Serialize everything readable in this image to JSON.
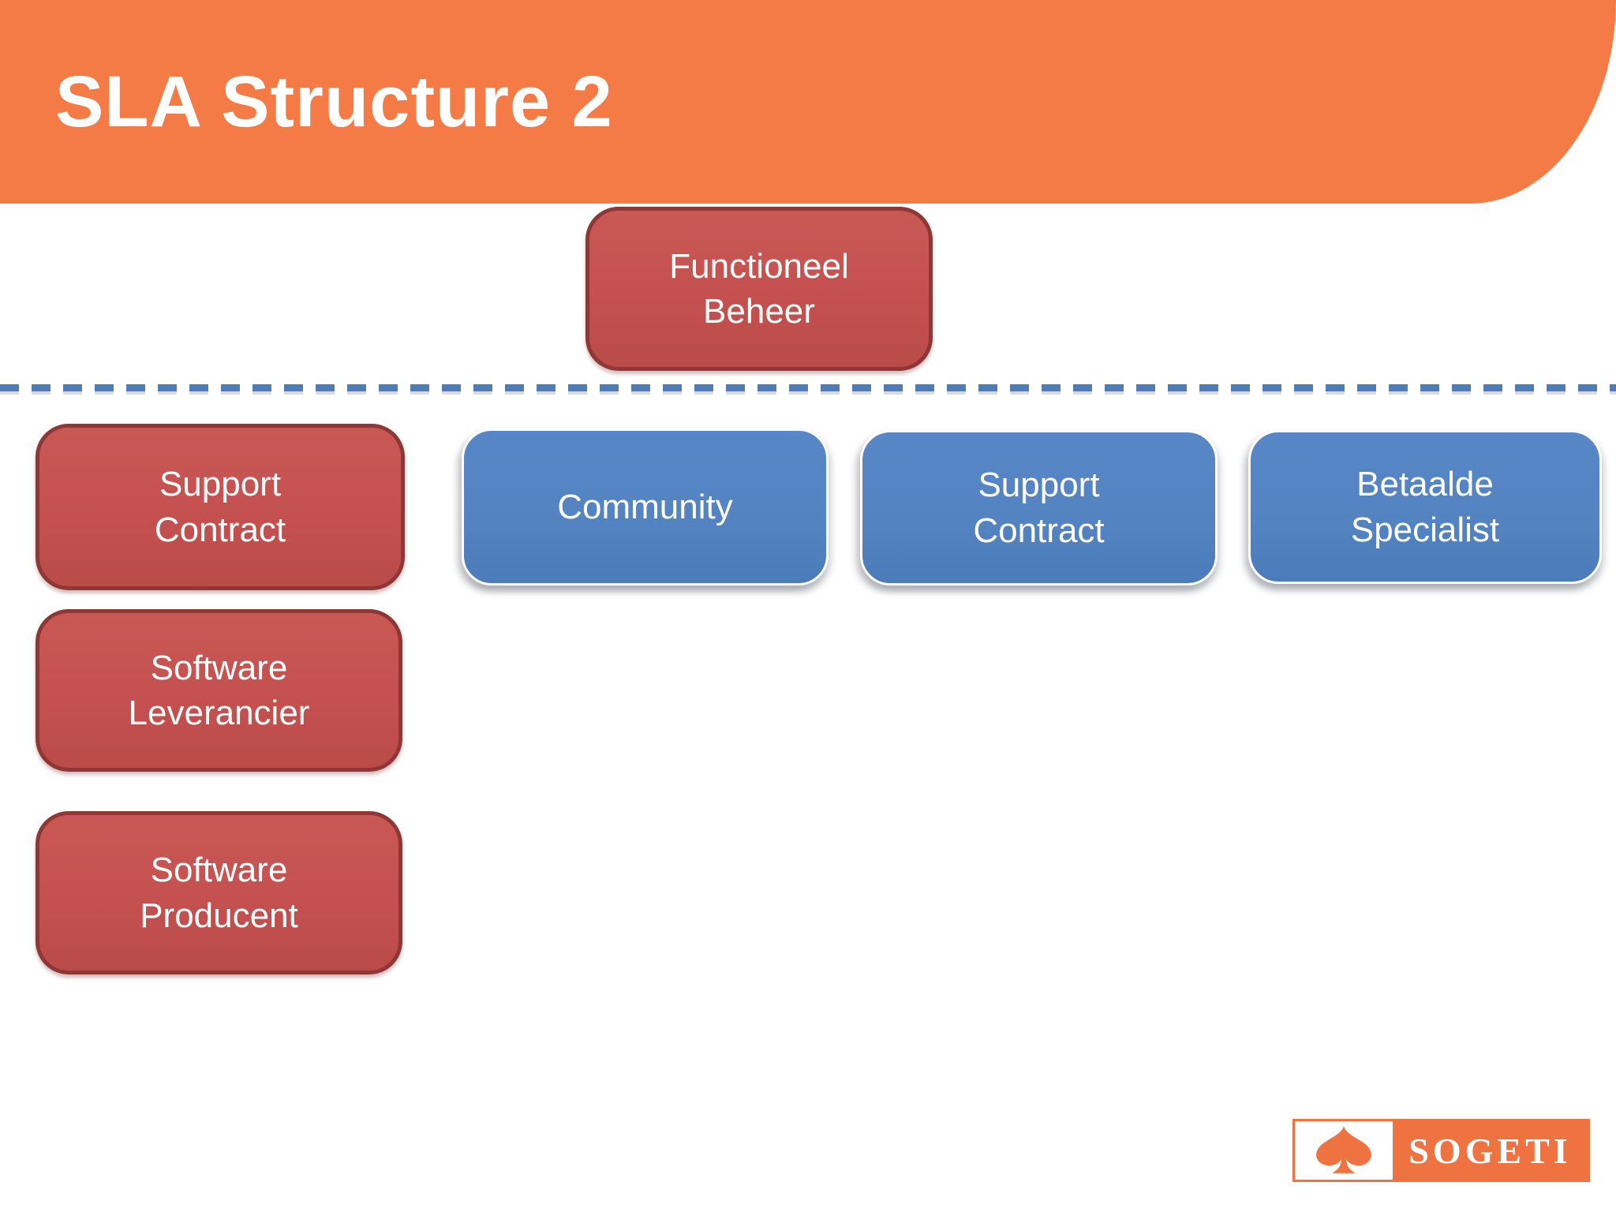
{
  "slide": {
    "title": "SLA Structure 2",
    "diagram": {
      "top_node": {
        "label": "Functioneel\nBeheer",
        "style": "red"
      },
      "row_nodes": [
        {
          "label": "Support\nContract",
          "style": "red"
        },
        {
          "label": "Community",
          "style": "blue"
        },
        {
          "label": "Support\nContract",
          "style": "blue"
        },
        {
          "label": "Betaalde\nSpecialist",
          "style": "blue"
        }
      ],
      "left_nodes": [
        {
          "label": "Software\nLeverancier",
          "style": "red"
        },
        {
          "label": "Software\nProducent",
          "style": "red"
        }
      ]
    },
    "colors": {
      "header_orange": "#F47B45",
      "red_fill": "#C4514F",
      "red_border": "#8E3735",
      "blue_fill": "#5383C1",
      "divider_blue": "#4D7CB8",
      "logo_orange": "#EE7340",
      "text": "#FFFFFF"
    },
    "logo": {
      "wordmark": "SOGETI",
      "icon": "sogeti-spade-icon"
    }
  }
}
